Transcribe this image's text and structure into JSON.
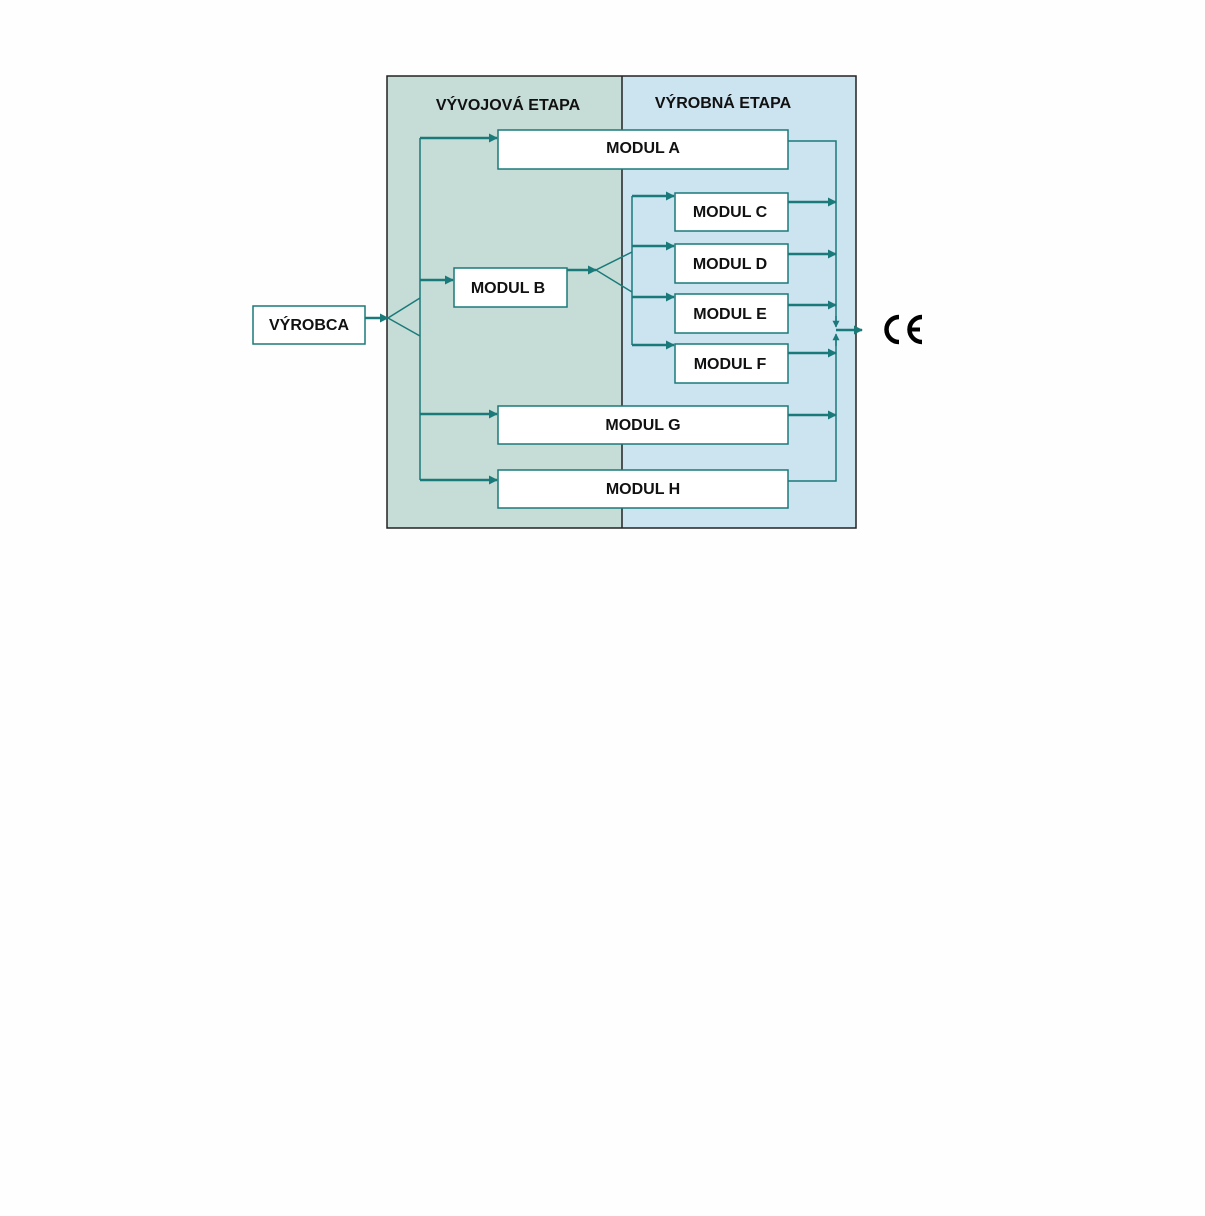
{
  "phases": {
    "development": "VÝVOJOVÁ ETAPA",
    "production": "VÝROBNÁ  ETAPA"
  },
  "manufacturer": "VÝROBCA",
  "modules": {
    "a": "MODUL  A",
    "b": "MODUL  B",
    "c": "MODUL  C",
    "d": "MODUL  D",
    "e": "MODUL  E",
    "f": "MODUL  F",
    "g": "MODUL  G",
    "h": "MODUL  H"
  },
  "colors": {
    "development_bg": "#c6dcd6",
    "production_bg": "#cce3f0",
    "connector": "#1a7a7a",
    "border": "#222222"
  },
  "icons": {
    "ce_mark": "ce-conformity-mark"
  }
}
